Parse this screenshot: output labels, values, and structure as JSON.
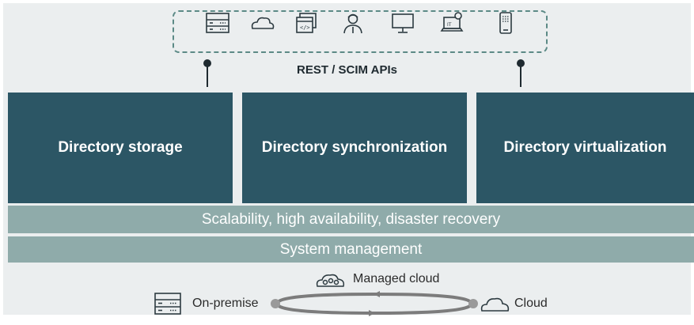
{
  "api_icons": [
    "server-icon",
    "cloud-icon",
    "code-window-icon",
    "person-icon",
    "monitor-icon",
    "laptop-it-icon",
    "mobile-device-icon"
  ],
  "api_label": "REST / SCIM APIs",
  "blocks": [
    "Directory storage",
    "Directory synchronization",
    "Directory virtualization"
  ],
  "bands": [
    "Scalability, high availability, disaster recovery",
    "System management"
  ],
  "deployment": {
    "managed_cloud": "Managed cloud",
    "on_premise": "On-premise",
    "cloud": "Cloud"
  },
  "colors": {
    "block": "#2c5665",
    "band": "#8fabaa",
    "accent_dashed": "#5c8a86",
    "background": "#ebeeef"
  }
}
